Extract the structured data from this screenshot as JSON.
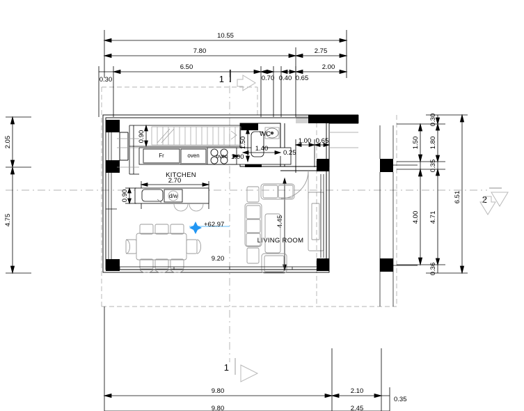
{
  "drawing": {
    "type": "architectural-floor-plan",
    "units": "meters",
    "elevation_marker": "+62.97",
    "rooms": [
      {
        "name": "KITCHEN",
        "label": "KITCHEN"
      },
      {
        "name": "WC",
        "label": "WC"
      },
      {
        "name": "LIVING ROOM",
        "label": "LIVING ROOM"
      }
    ],
    "appliances": [
      {
        "name": "fridge",
        "label": "Fr"
      },
      {
        "name": "oven",
        "label": "oven"
      },
      {
        "name": "cooktop",
        "label": "oven"
      },
      {
        "name": "dishwasher",
        "label": "d/w"
      }
    ],
    "section_markers": [
      {
        "name": "section-1-top",
        "label": "1"
      },
      {
        "name": "section-1-bottom",
        "label": "1"
      },
      {
        "name": "section-2-right",
        "label": "2"
      }
    ]
  },
  "dimensions": {
    "top_chain_1": [
      "10.55"
    ],
    "top_chain_2": [
      "7.80",
      "2.75"
    ],
    "top_chain_3": [
      "0.30",
      "6.50",
      "0.70",
      "0.40",
      "0.65",
      "2.00"
    ],
    "left_chain": [
      "2.05",
      "4.75"
    ],
    "right_chain_1": [
      "1.50",
      "4.00"
    ],
    "right_chain_2": [
      "0.30",
      "1.80",
      "0.35",
      "4.71",
      "0.36"
    ],
    "right_chain_3": [
      "6.51"
    ],
    "bottom_chain_1": [
      "9.80",
      "2.10",
      "0.35"
    ],
    "bottom_chain_2": [
      "9.80",
      "2.45"
    ],
    "interior": {
      "stair_width": "0.90",
      "kitchen_counter_gap": "1.00",
      "kitchen_island_width": "2.70",
      "kitchen_island_depth": "0.90",
      "wc_depth": "1.50",
      "wc_width": "1.40",
      "entry_offset": "0.25",
      "entry_door": "1.00",
      "entry_side": "0.65",
      "living_depth": "4.45",
      "plan_inner_width": "9.20"
    }
  },
  "labels": {
    "v10_55": "10.55",
    "v7_80": "7.80",
    "v2_75": "2.75",
    "v0_30": "0.30",
    "v6_50": "6.50",
    "v0_70": "0.70",
    "v0_40": "0.40",
    "v0_65": "0.65",
    "v2_00": "2.00",
    "v2_05": "2.05",
    "v4_75": "4.75",
    "v1_50r": "1.50",
    "v4_00": "4.00",
    "v0_30r": "0.30",
    "v1_80": "1.80",
    "v0_35r": "0.35",
    "v4_71": "4.71",
    "v0_36": "0.36",
    "v6_51": "6.51",
    "v9_80a": "9.80",
    "v2_10": "2.10",
    "v0_35b": "0.35",
    "v9_80b": "9.80",
    "v2_45": "2.45",
    "v0_90a": "0.90",
    "v1_00a": "1.00",
    "v2_70": "2.70",
    "v0_90b": "0.90",
    "v1_50w": "1.50",
    "v1_40": "1.40",
    "v0_25": "0.25",
    "v1_00b": "1.00",
    "v0_65b": "0.65",
    "v4_45": "4.45",
    "v9_20": "9.20",
    "kitchen": "KITCHEN",
    "wc": "WC",
    "living": "LIVING ROOM",
    "fr": "Fr",
    "oven1": "oven",
    "oven2": "oven",
    "dw": "d/w",
    "elev": "+62.97",
    "sec1a": "1",
    "sec1b": "1",
    "sec2": "2"
  },
  "colors": {
    "line": "#000000",
    "wall_fill": "#000000",
    "grid": "#9a9a9a",
    "furniture": "#8a8a8a",
    "elevation_marker": "#2196f3",
    "background": "#ffffff"
  }
}
